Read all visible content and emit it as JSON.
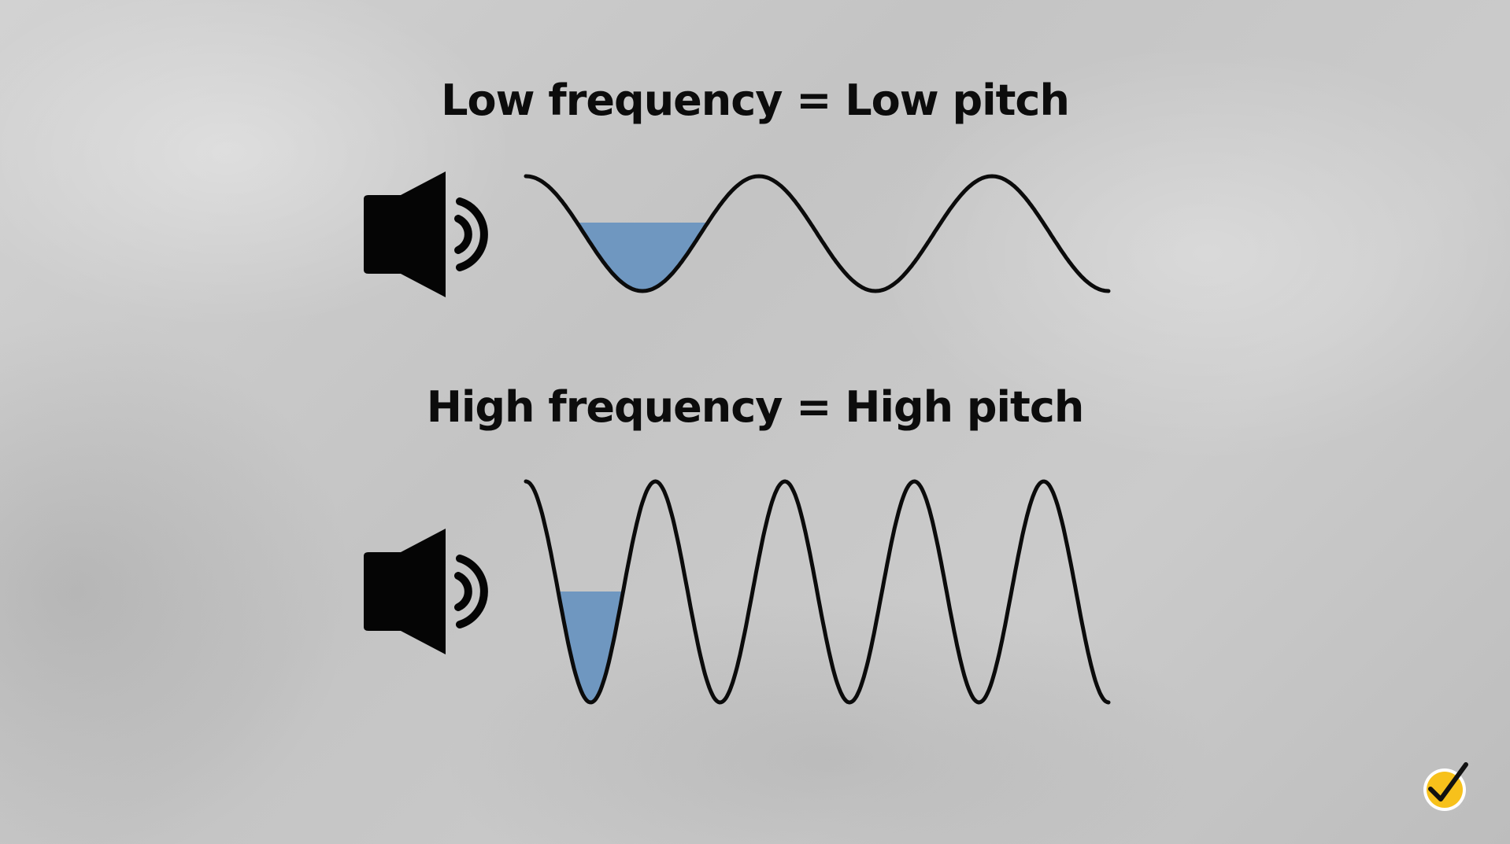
{
  "panels": [
    {
      "id": "low",
      "title": "Low frequency = Low pitch",
      "cycles": 2.5,
      "speaker_icon": "speaker-volume-icon"
    },
    {
      "id": "high",
      "title": "High frequency = High pitch",
      "cycles": 4.5,
      "speaker_icon": "speaker-volume-icon"
    }
  ],
  "colors": {
    "wave_stroke": "#0b0b0b",
    "fill_blue": "#6f97c0",
    "speaker": "#050505",
    "badge_yellow": "#f7c11b",
    "badge_ring": "#ffffff",
    "check": "#111111"
  },
  "badge_icon": "checkmark-badge-icon"
}
